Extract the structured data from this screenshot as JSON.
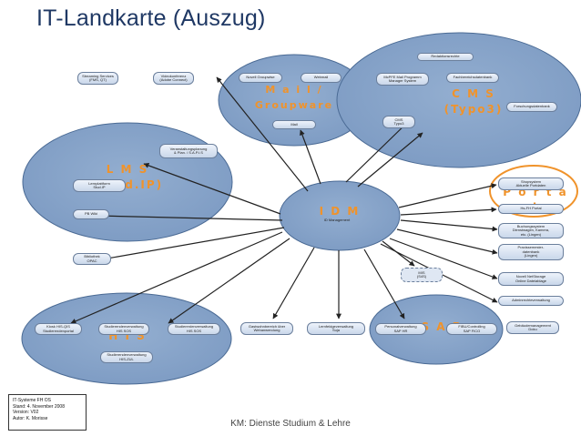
{
  "title": "IT-Landkarte (Auszug)",
  "footer": "KM: Dienste Studium & Lehre",
  "info_box": [
    "IT-Systeme FH OS",
    "Stand: 4. November 2008",
    "Version: V02",
    "Autor: K. Morisse"
  ],
  "groups": {
    "mail": "M a i l /\nGroupware",
    "cms": "C M S\n(Typo3)",
    "lms": "L M S\n(Stud.IP)",
    "idm": "I D M",
    "portal": "P o r t a l",
    "his": "H I S",
    "sap": "S A P"
  },
  "boxes": {
    "streaming": "Streaming Services\n(FMS, QT)",
    "video": "Videokonferenz\n(Adobe Connect)",
    "novell": "Novell Groupwise",
    "webmail": "Webmail",
    "mail": "Mail",
    "redaktion": "Redaktionsrechte",
    "mapper": "McPFE Mail Programm\nManager System",
    "fachbereich": "Fachbereichsdatenbank",
    "forschung": "Forschungsdatenbank",
    "cmstypo": "CMS\nTypo3",
    "veranst": "Veranstaltungsplanung\n& Plan. / S.A.P.I.S",
    "lernplatt": "Lernplattform\nStud.IP",
    "pbwiki": "PB Wiki",
    "idm_sub": "ID Management",
    "shop": "Shopsystem\nAktuelle Portdaten",
    "hsportal": "Hs-FH Portal",
    "buchung": "Buchungssystem\nDienstwagen, Kamera,\netc. (Lingen)",
    "praxis": "Praxissemester-\ndatenbank\n(Lingen)",
    "netstorage": "Novell NetStorage\nOnline Dateiablage",
    "mis": "MIS\n(S4S)",
    "bibliothek": "Bibliothek\nOPAC",
    "adminrechte": "Adminrechteverwaltung",
    "geb": "Gebäudemanagement\nDoku",
    "kiosk": "Kiosk HIS-QIS\nStudierendenportal",
    "sv_his": "Studierendenverwaltung\nHIS SOS",
    "sv_his2": "Studiererdenverwaltung\nHIS SOS",
    "pruef": "Studierendenverwaltung\nHIS-ZUL",
    "gastwohn": "Gastwohnbereich über\nWebanwendung",
    "lernfeld": "Lernfeldgeverwaltung\nSuja",
    "personal": "Personalverwaltung\nSAP HR",
    "fibu": "FIBU/Controlling\nSAP FICO"
  }
}
